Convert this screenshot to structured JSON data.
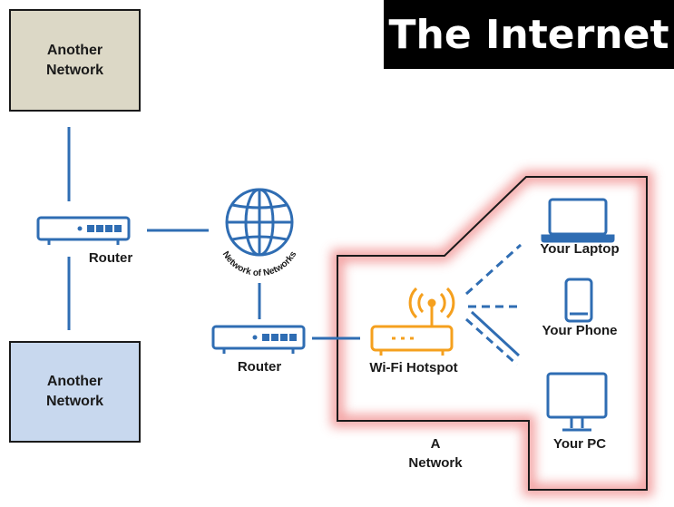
{
  "title": "The Internet",
  "nodes": {
    "another_network_top": {
      "line1": "Another",
      "line2": "Network"
    },
    "another_network_bottom": {
      "line1": "Another",
      "line2": "Network"
    },
    "router_left": "Router",
    "router_center": "Router",
    "globe": "Network of Networks",
    "hotspot": "Wi-Fi Hotspot",
    "laptop": "Your Laptop",
    "phone": "Your Phone",
    "pc": "Your PC",
    "local_network": {
      "line1": "A",
      "line2": "Network"
    }
  },
  "colors": {
    "blue": "#2f6db3",
    "orange": "#f5a01e",
    "tan": "#dcd8c6",
    "lightblue": "#c8d8ee",
    "glow": "#f08a8a"
  }
}
